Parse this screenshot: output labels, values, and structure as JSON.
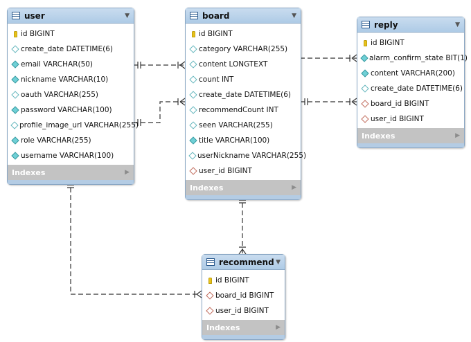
{
  "tables": {
    "user": {
      "name": "user",
      "indexes_label": "Indexes",
      "columns": [
        {
          "text": "id BIGINT",
          "icon": "primary-key-icon"
        },
        {
          "text": "create_date DATETIME(6)",
          "icon": "nullable-column-icon"
        },
        {
          "text": "email VARCHAR(50)",
          "icon": "not-null-column-icon"
        },
        {
          "text": "nickname VARCHAR(10)",
          "icon": "not-null-column-icon"
        },
        {
          "text": "oauth VARCHAR(255)",
          "icon": "nullable-column-icon"
        },
        {
          "text": "password VARCHAR(100)",
          "icon": "not-null-column-icon"
        },
        {
          "text": "profile_image_url VARCHAR(255)",
          "icon": "nullable-column-icon"
        },
        {
          "text": "role VARCHAR(255)",
          "icon": "not-null-column-icon"
        },
        {
          "text": "username VARCHAR(100)",
          "icon": "not-null-column-icon"
        }
      ]
    },
    "board": {
      "name": "board",
      "indexes_label": "Indexes",
      "columns": [
        {
          "text": "id BIGINT",
          "icon": "primary-key-icon"
        },
        {
          "text": "category VARCHAR(255)",
          "icon": "nullable-column-icon"
        },
        {
          "text": "content LONGTEXT",
          "icon": "nullable-column-icon"
        },
        {
          "text": "count INT",
          "icon": "nullable-column-icon"
        },
        {
          "text": "create_date DATETIME(6)",
          "icon": "nullable-column-icon"
        },
        {
          "text": "recommendCount INT",
          "icon": "nullable-column-icon"
        },
        {
          "text": "seen VARCHAR(255)",
          "icon": "nullable-column-icon"
        },
        {
          "text": "title VARCHAR(100)",
          "icon": "not-null-column-icon"
        },
        {
          "text": "userNickname VARCHAR(255)",
          "icon": "nullable-column-icon"
        },
        {
          "text": "user_id BIGINT",
          "icon": "foreign-key-icon"
        }
      ]
    },
    "reply": {
      "name": "reply",
      "indexes_label": "Indexes",
      "columns": [
        {
          "text": "id BIGINT",
          "icon": "primary-key-icon"
        },
        {
          "text": "alarm_confirm_state BIT(1)",
          "icon": "not-null-column-icon"
        },
        {
          "text": "content VARCHAR(200)",
          "icon": "not-null-column-icon"
        },
        {
          "text": "create_date DATETIME(6)",
          "icon": "nullable-column-icon"
        },
        {
          "text": "board_id BIGINT",
          "icon": "foreign-key-icon"
        },
        {
          "text": "user_id BIGINT",
          "icon": "foreign-key-icon"
        }
      ]
    },
    "recommend": {
      "name": "recommend",
      "indexes_label": "Indexes",
      "columns": [
        {
          "text": "id BIGINT",
          "icon": "primary-key-icon"
        },
        {
          "text": "board_id BIGINT",
          "icon": "foreign-key-icon"
        },
        {
          "text": "user_id BIGINT",
          "icon": "foreign-key-icon"
        }
      ]
    }
  },
  "relationships": [
    {
      "from": "user",
      "to": "board",
      "type": "one-to-many"
    },
    {
      "from": "user",
      "to": "board",
      "type": "one-to-many"
    },
    {
      "from": "board",
      "to": "reply",
      "type": "one-to-many"
    },
    {
      "from": "board",
      "to": "reply",
      "type": "one-to-many"
    },
    {
      "from": "board",
      "to": "recommend",
      "type": "one-to-many"
    },
    {
      "from": "user",
      "to": "recommend",
      "type": "one-to-many"
    }
  ],
  "colors": {
    "header": "#aecbe6",
    "border": "#8aa7c4",
    "indexes_bar": "#c3c3c3",
    "line": "#333333"
  }
}
